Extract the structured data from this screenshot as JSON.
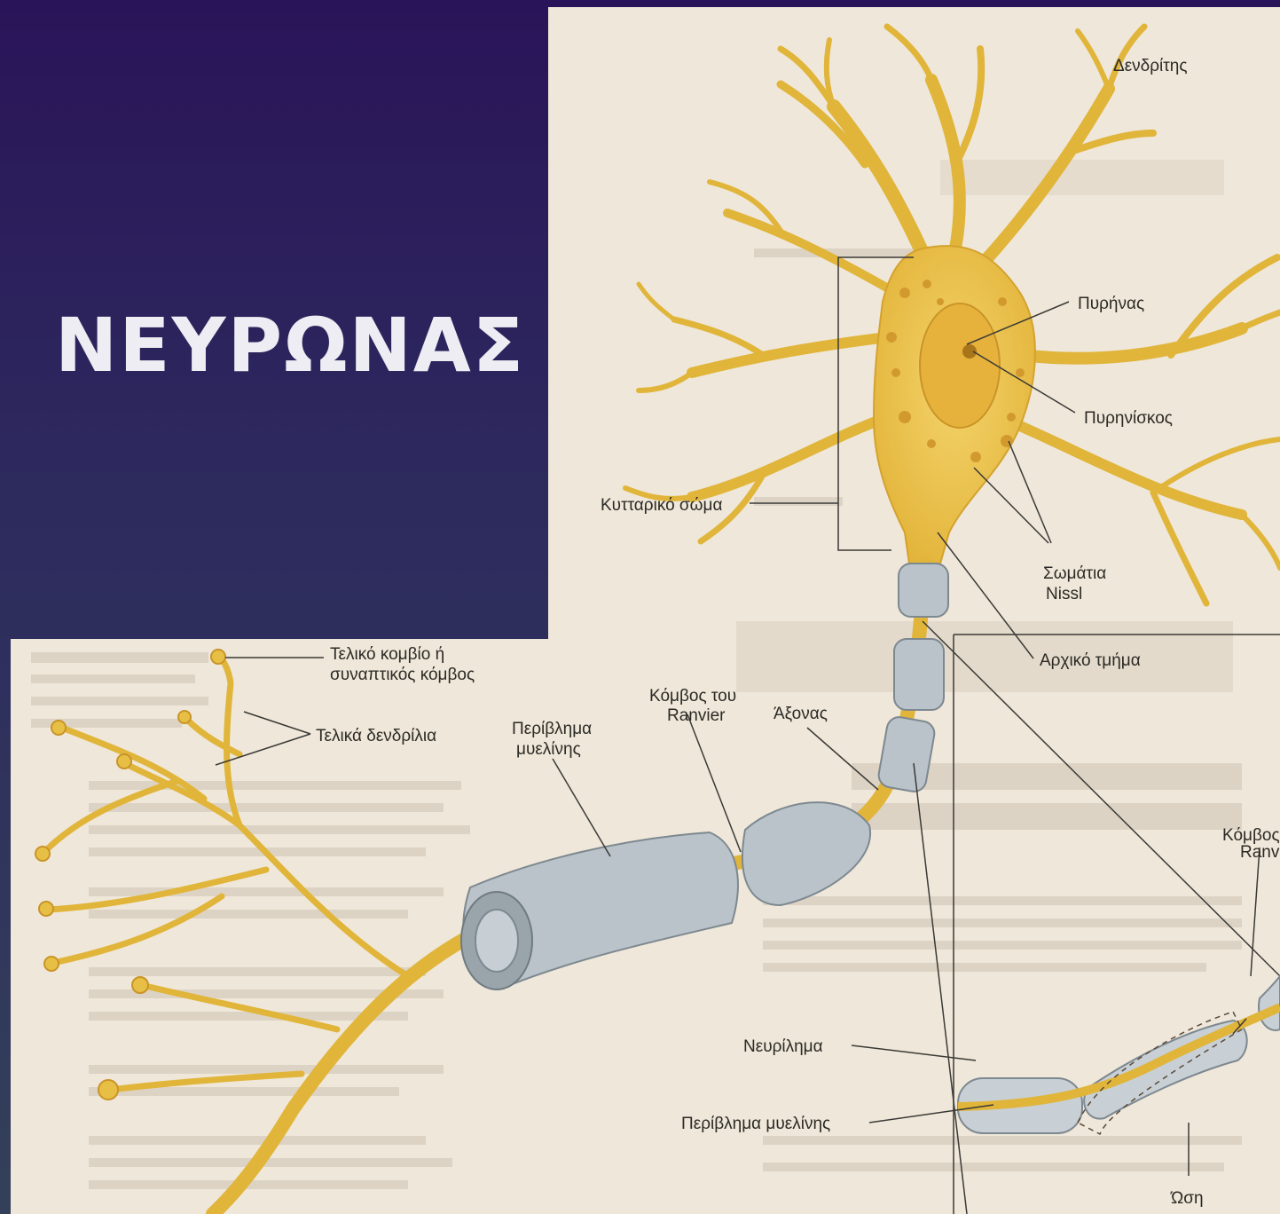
{
  "slide": {
    "title": "ΝΕΥΡΩΝΑΣ"
  },
  "colors": {
    "background_top": "#2a1459",
    "background_bottom": "#34405a",
    "paper": "#efe7d9",
    "neuron": "#e8bf45",
    "myelin": "#b9c3c9"
  },
  "labels": {
    "dendrite": "Δενδρίτης",
    "nucleus": "Πυρήνας",
    "nucleolus": "Πυρηνίσκος",
    "cell_body": "Κυτταρικό σώμα",
    "nissl_line1": "Σωμάτια",
    "nissl_line2": "Nissl",
    "initial_segment": "Αρχικό τμήμα",
    "terminal_button_line1": "Τελικό κομβίο ή",
    "terminal_button_line2": "συναπτικός κόμβος",
    "terminal_dendrites": "Τελικά δενδρίλια",
    "node_ranvier_line1": "Κόμβος του",
    "node_ranvier_line2": "Ranvier",
    "myelin_sheath_line1": "Περίβλημα",
    "myelin_sheath_line2": "μυελίνης",
    "axon": "Άξονας",
    "neurilemma": "Νευρίλημα",
    "myelin_sheath_full": "Περίβλημα μυελίνης",
    "impulse": "Ώση",
    "node_ranvier_right_line1": "Κόμβος",
    "node_ranvier_right_line2": "Ranvi"
  }
}
